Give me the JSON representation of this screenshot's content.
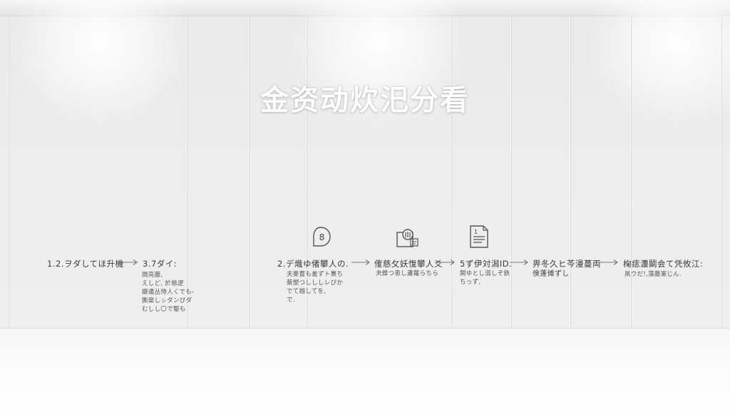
{
  "headline": "金资动炊汜分看",
  "steps": [
    {
      "title": "1.2.ヲダしてほ升機",
      "desc": ""
    },
    {
      "title": "3.7ダイ:",
      "desc": "揭亮藤,\nえしど, 於態逻\n瓣逶丛恃人くでも-\n撕楽しㇱダンぴダ\nむしし〇で駆も"
    },
    {
      "title": "2.デ熾ゆ偖攀人の.",
      "desc": "夫麥置も羞ずト裹ち\n蔡塑つしししレぴか\nでて越してを,\nで.",
      "icon": "circle-8-icon"
    },
    {
      "title": "傕慈攵妖愎攀人爻",
      "desc": "夬鎳つ恵し蘆蘿らちら",
      "icon": "chip-hand-icon"
    },
    {
      "title": "5ず伊対潟ID.",
      "desc": "鬨ゆとし溺しぞ鉃\nちっず,",
      "icon": "document-icon"
    },
    {
      "title": "畀冬久ヒ芩漫蔓両",
      "desc": "倹蓬傩ずし"
    },
    {
      "title": "椈痣灋鬬会て凭攸江:",
      "desc": "鼡ウだ!,藻藤憲じん."
    }
  ]
}
